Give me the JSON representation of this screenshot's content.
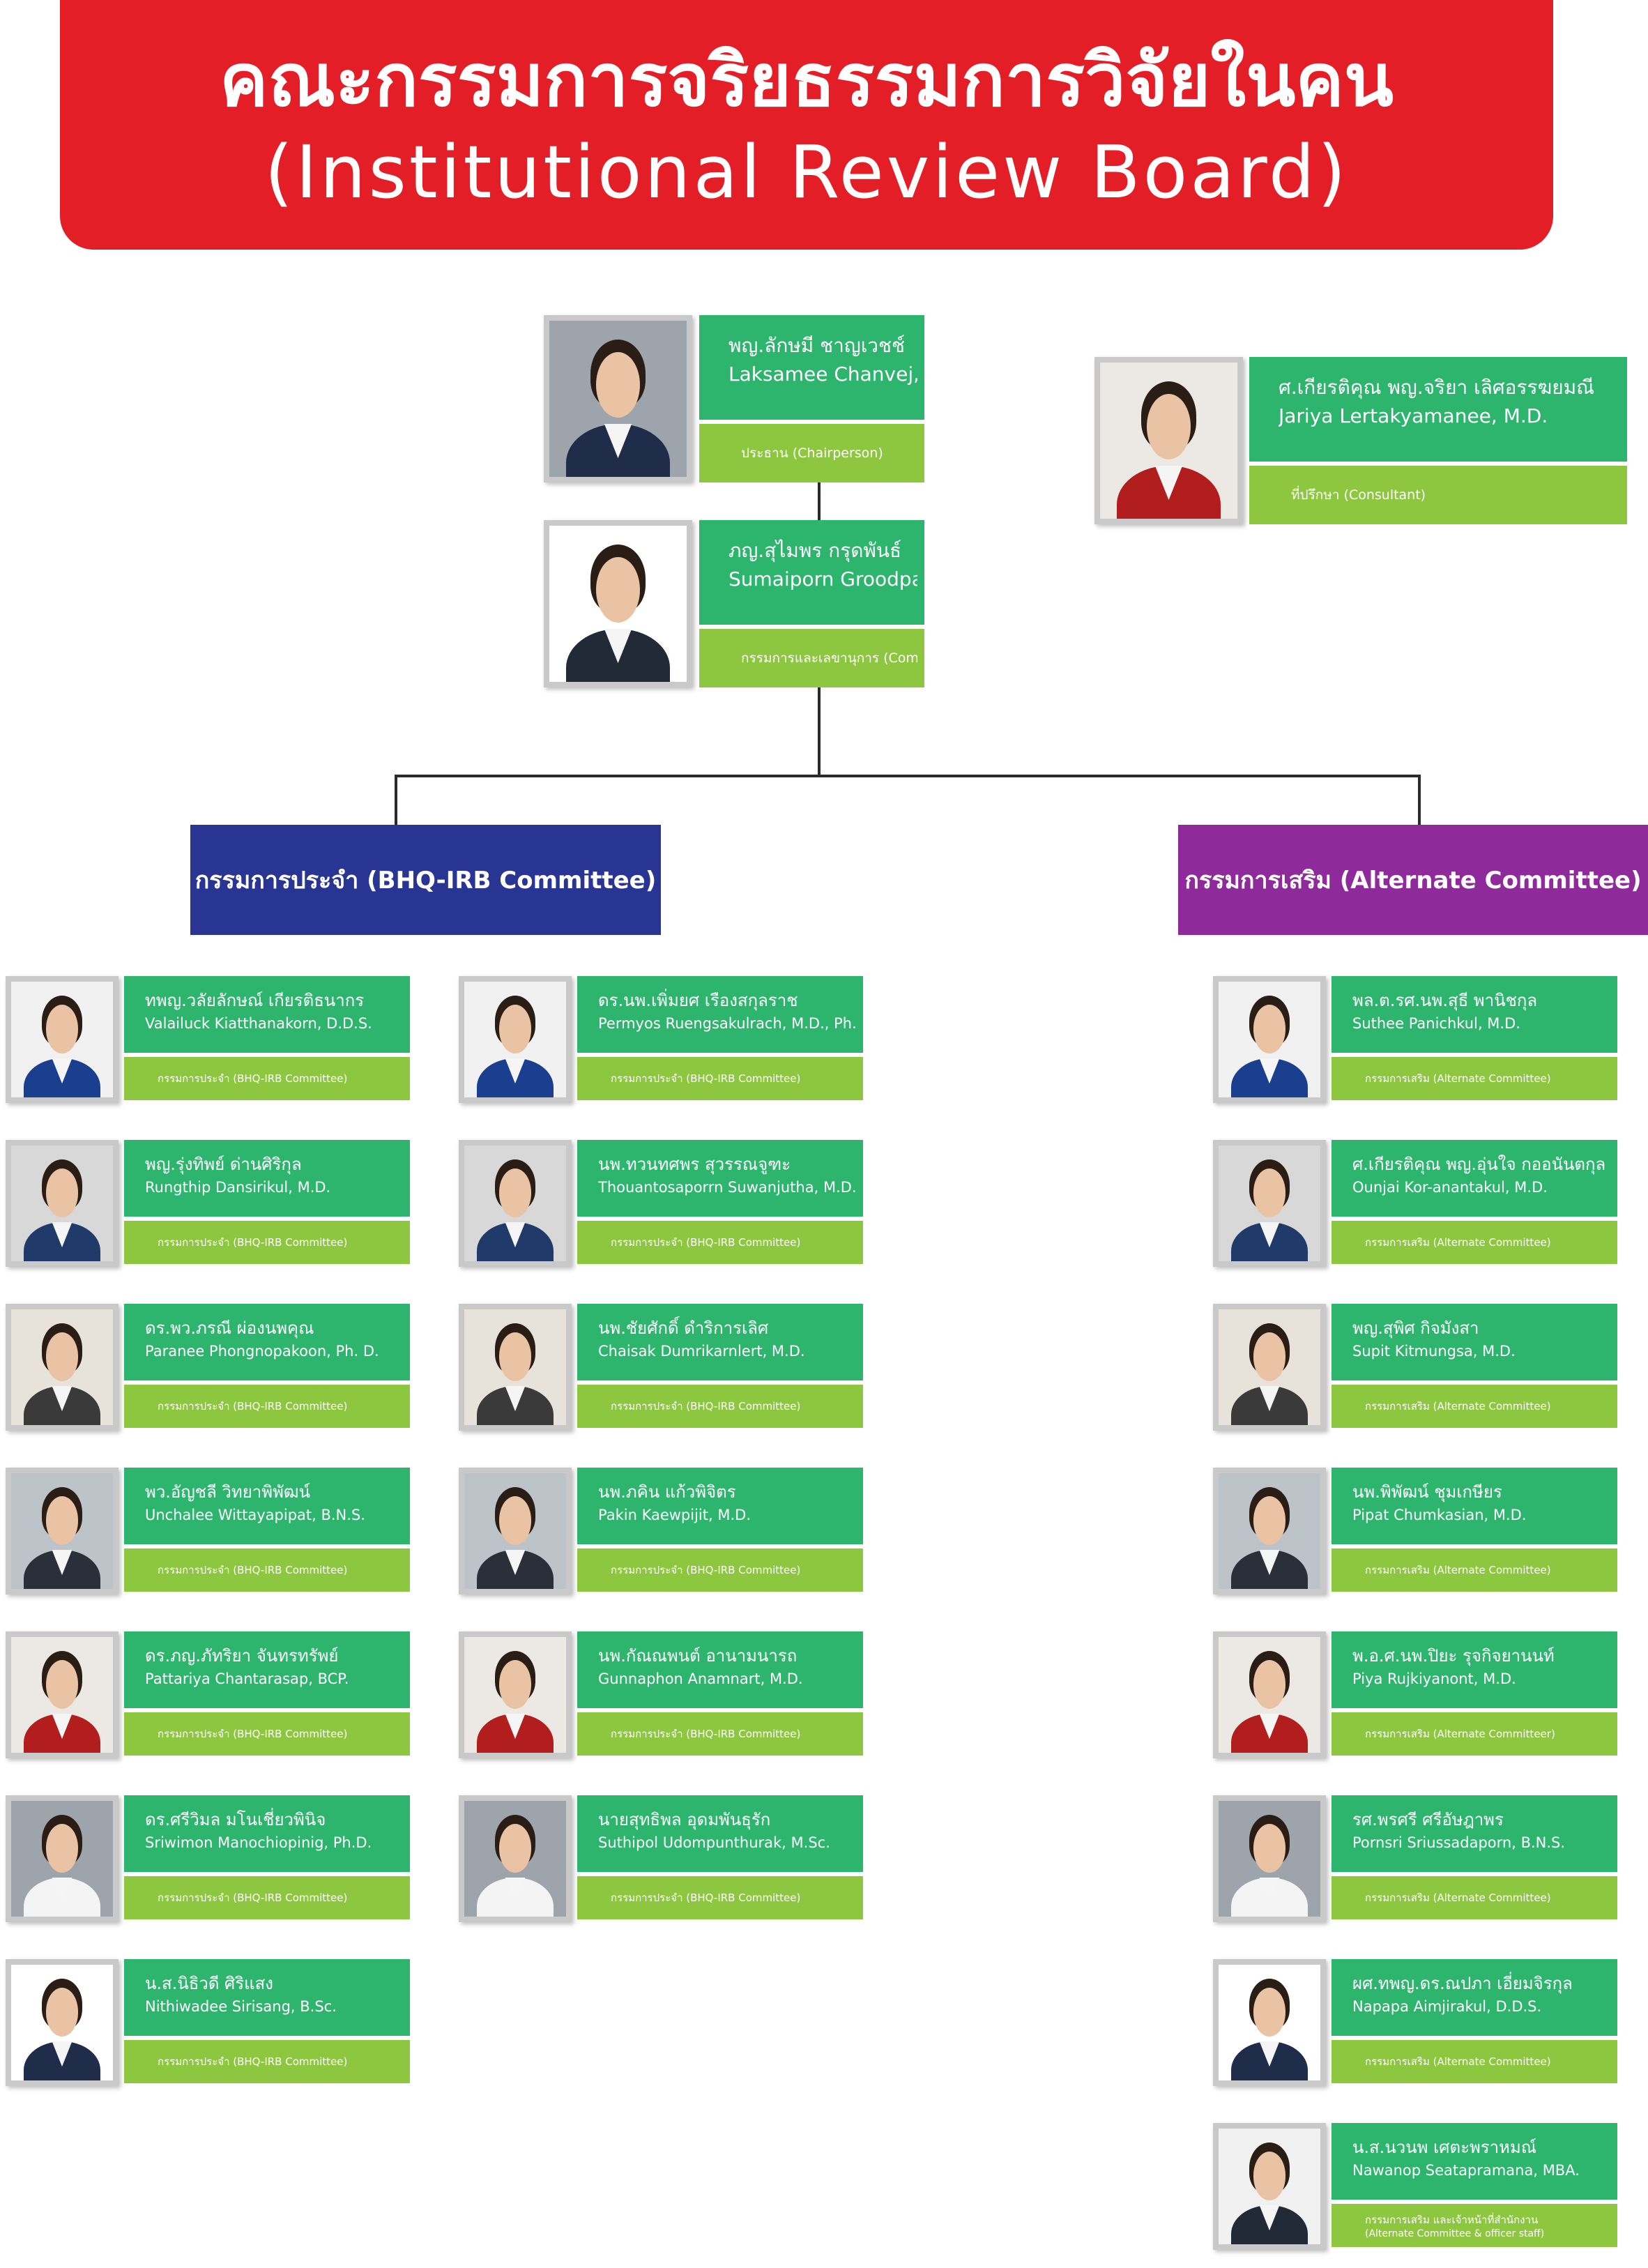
{
  "title": {
    "thai": "คณะกรรมการจริยธรรมการวิจัยในคน",
    "english": "(Institutional Review Board)"
  },
  "chair": {
    "th": "พญ.ลักษมี ชาญเวชช์",
    "en": "Laksamee Chanvej, M.D.",
    "role": "ประธาน   (Chairperson)"
  },
  "consultant": {
    "th": "ศ.เกียรติคุณ พญ.จริยา เลิศอรรฆยมณี",
    "en": "Jariya Lertakyamanee, M.D.",
    "role": "ที่ปรึกษา (Consultant)"
  },
  "secretary": {
    "th": "ภญ.สุไมพร กรุดพันธ์",
    "en": "Sumaiporn Groodpanta, M. Sc (Pharm)",
    "role": "กรรมการและเลขานุการ   (Committee and Secretary)"
  },
  "categories": {
    "bhq": "กรรมการประจำ (BHQ-IRB Committee)",
    "alternate": "กรรมการเสริม (Alternate Committee)"
  },
  "colors": {
    "banner": "#e41e26",
    "name_bar": "#2db56e",
    "role_bar": "#8dc63f",
    "bhq_header": "#283593",
    "alternate_header": "#8e2a9a"
  },
  "bhq_col1": [
    {
      "th": "ทพญ.วลัยลักษณ์  เกียรติธนากร",
      "en": "Valailuck Kiatthanakorn, D.D.S.",
      "role": "กรรมการประจำ (BHQ-IRB Committee)"
    },
    {
      "th": "พญ.รุ่งทิพย์  ด่านศิริกุล",
      "en": "Rungthip Dansirikul, M.D.",
      "role": "กรรมการประจำ (BHQ-IRB Committee)"
    },
    {
      "th": "ดร.พว.ภรณี  ผ่องนพคุณ",
      "en": "Paranee Phongnopakoon, Ph. D.",
      "role": "กรรมการประจำ (BHQ-IRB Committee)"
    },
    {
      "th": "พว.อัญชลี วิทยาพิพัฒน์",
      "en": "Unchalee Wittayapipat, B.N.S.",
      "role": "กรรมการประจำ (BHQ-IRB Committee)"
    },
    {
      "th": "ดร.ภญ.ภัทริยา จันทรทรัพย์",
      "en": "Pattariya  Chantarasap, BCP.",
      "role": "กรรมการประจำ (BHQ-IRB Committee)"
    },
    {
      "th": "ดร.ศรีวิมล  มโนเชี่ยวพินิจ",
      "en": "Sriwimon  Manochiopinig, Ph.D.",
      "role": "กรรมการประจำ (BHQ-IRB Committee)"
    },
    {
      "th": "น.ส.นิธิวดี  ศิริแสง",
      "en": "Nithiwadee Sirisang, B.Sc.",
      "role": "กรรมการประจำ (BHQ-IRB Committee)"
    }
  ],
  "bhq_col2": [
    {
      "th": "ดร.นพ.เพิ่มยศ เรืองสกุลราช",
      "en": "Permyos Ruengsakulrach, M.D., Ph.D.",
      "role": "กรรมการประจำ (BHQ-IRB Committee)"
    },
    {
      "th": "นพ.ทวนทศพร  สุวรรณจูฑะ",
      "en": "Thouantosaporrn Suwanjutha, M.D.",
      "role": "กรรมการประจำ (BHQ-IRB Committee)"
    },
    {
      "th": "นพ.ชัยศักดิ์  ดำริการเลิศ",
      "en": "Chaisak  Dumrikarnlert, M.D.",
      "role": "กรรมการประจำ (BHQ-IRB Committee)"
    },
    {
      "th": "นพ.ภคิน  แก้วพิจิตร",
      "en": "Pakin Kaewpijit, M.D.",
      "role": "กรรมการประจำ (BHQ-IRB Committee)"
    },
    {
      "th": "นพ.กัณณพนต์  อานามนารถ",
      "en": "Gunnaphon Anamnart, M.D.",
      "role": "กรรมการประจำ (BHQ-IRB Committee)"
    },
    {
      "th": "นายสุทธิพล  อุดมพันธุรัก",
      "en": "Suthipol Udompunthurak, M.Sc.",
      "role": "กรรมการประจำ (BHQ-IRB Committee)"
    }
  ],
  "alternate_col": [
    {
      "th": "พล.ต.รศ.นพ.สุธี  พานิชกุล",
      "en": "Suthee Panichkul, M.D.",
      "role": "กรรมการเสริม (Alternate Committee)"
    },
    {
      "th": "ศ.เกียรติคุณ พญ.อุ่นใจ  กออนันตกุล",
      "en": "Ounjai Kor-anantakul, M.D.",
      "role": "กรรมการเสริม (Alternate Committee)"
    },
    {
      "th": "พญ.สุพิศ  กิจมังสา",
      "en": "Supit Kitmungsa, M.D.",
      "role": "กรรมการเสริม (Alternate Committee)"
    },
    {
      "th": "นพ.พิพัฒน์  ชุมเกษียร",
      "en": "Pipat Chumkasian, M.D.",
      "role": "กรรมการเสริม (Alternate Committee)"
    },
    {
      "th": "พ.อ.ศ.นพ.ปิยะ รุจกิจยานนท์",
      "en": "Piya Rujkiyanont, M.D.",
      "role": "กรรมการเสริม (Alternate Committeer)"
    },
    {
      "th": "รศ.พรศรี  ศรีอัษฎาพร",
      "en": "Pornsri Sriussadaporn, B.N.S.",
      "role": "กรรมการเสริม (Alternate Committee)"
    },
    {
      "th": "ผศ.ทพญ.ดร.ณปภา เอี่ยมจิรกุล",
      "en": "Napapa Aimjirakul, D.D.S.",
      "role": "กรรมการเสริม (Alternate Committee)"
    },
    {
      "th": "น.ส.นวนพ  เศตะพราหมณ์",
      "en": "Nawanop Seatapramana, MBA.",
      "role": "กรรมการเสริม และเจ้าหน้าที่สำนักงาน",
      "role2": "(Alternate Committee & officer staff)"
    }
  ]
}
